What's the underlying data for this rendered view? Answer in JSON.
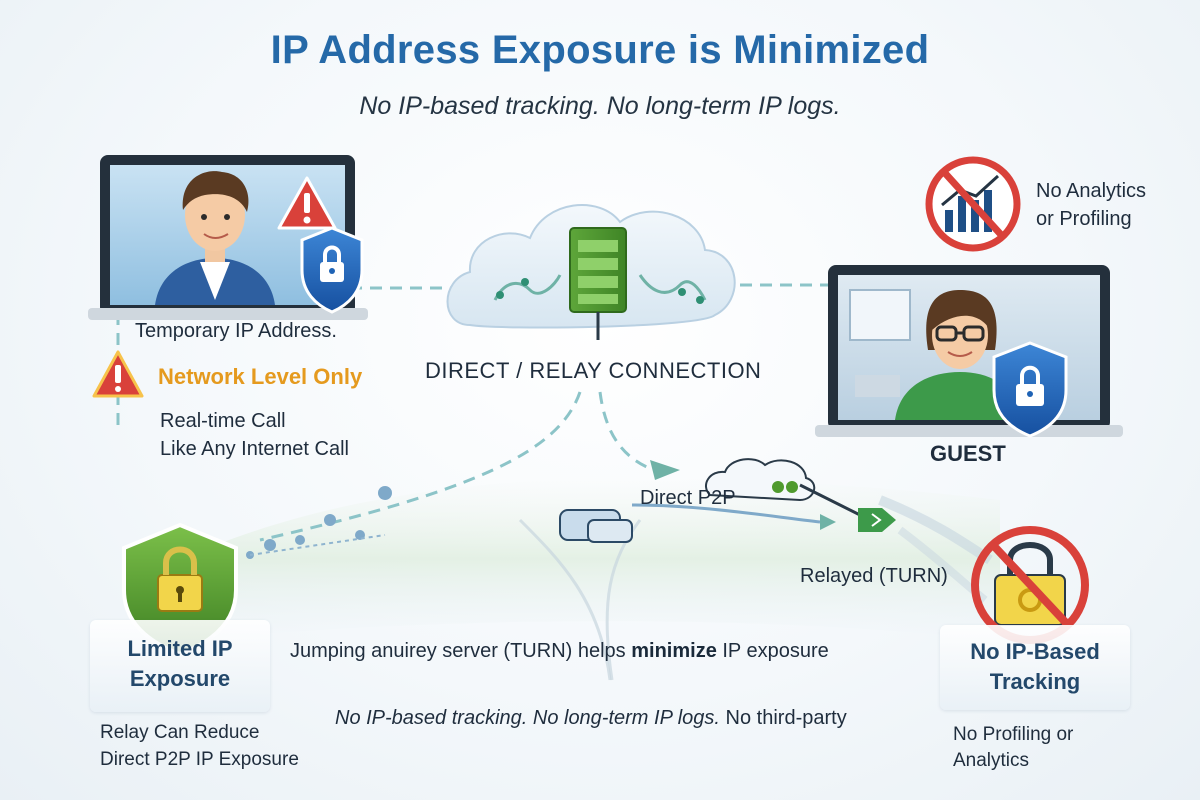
{
  "header": {
    "title": "IP Address Exposure is Minimized",
    "subtitle": "No IP-based tracking. No long-term IP logs."
  },
  "left_user": {
    "temporary_ip": "Temporary IP Address.",
    "network_level": "Network Level Only",
    "realtime_line1": "Real-time Call",
    "realtime_line2": "Like Any Internet Call"
  },
  "center": {
    "connection_label": "DIRECT / RELAY CONNECTION",
    "direct_p2p": "Direct P2P",
    "relayed": "Relayed (TURN)"
  },
  "right_user": {
    "guest_label": "GUEST",
    "no_analytics_line1": "No Analytics",
    "no_analytics_line2": "or Profiling"
  },
  "left_panel": {
    "title_line1": "Limited IP",
    "title_line2": "Exposure",
    "note_line1": "Relay Can Reduce",
    "note_line2": "Direct P2P IP Exposure"
  },
  "bottom": {
    "line1_prefix": "Jumping anuirey server  (TURN) helps ",
    "line1_bold": "minimize",
    "line1_suffix": " IP exposure",
    "line2_italic": "No IP-based tracking. No long-term IP logs.",
    "line2_suffix": " No third-party"
  },
  "right_panel": {
    "title_line1": "No IP-Based",
    "title_line2": "Tracking",
    "note_line1": "No Profiling or",
    "note_line2": "Analytics"
  },
  "colors": {
    "accent_blue": "#2569a8",
    "warning_red": "#d9413a",
    "shield_blue": "#1f63b5",
    "shield_green": "#4f9a2e",
    "amber": "#e59a1e"
  },
  "icons": [
    "warning-icon",
    "shield-lock-icon",
    "server-icon",
    "cloud-icon",
    "no-analytics-icon",
    "no-tracking-icon",
    "arrow-icon"
  ]
}
